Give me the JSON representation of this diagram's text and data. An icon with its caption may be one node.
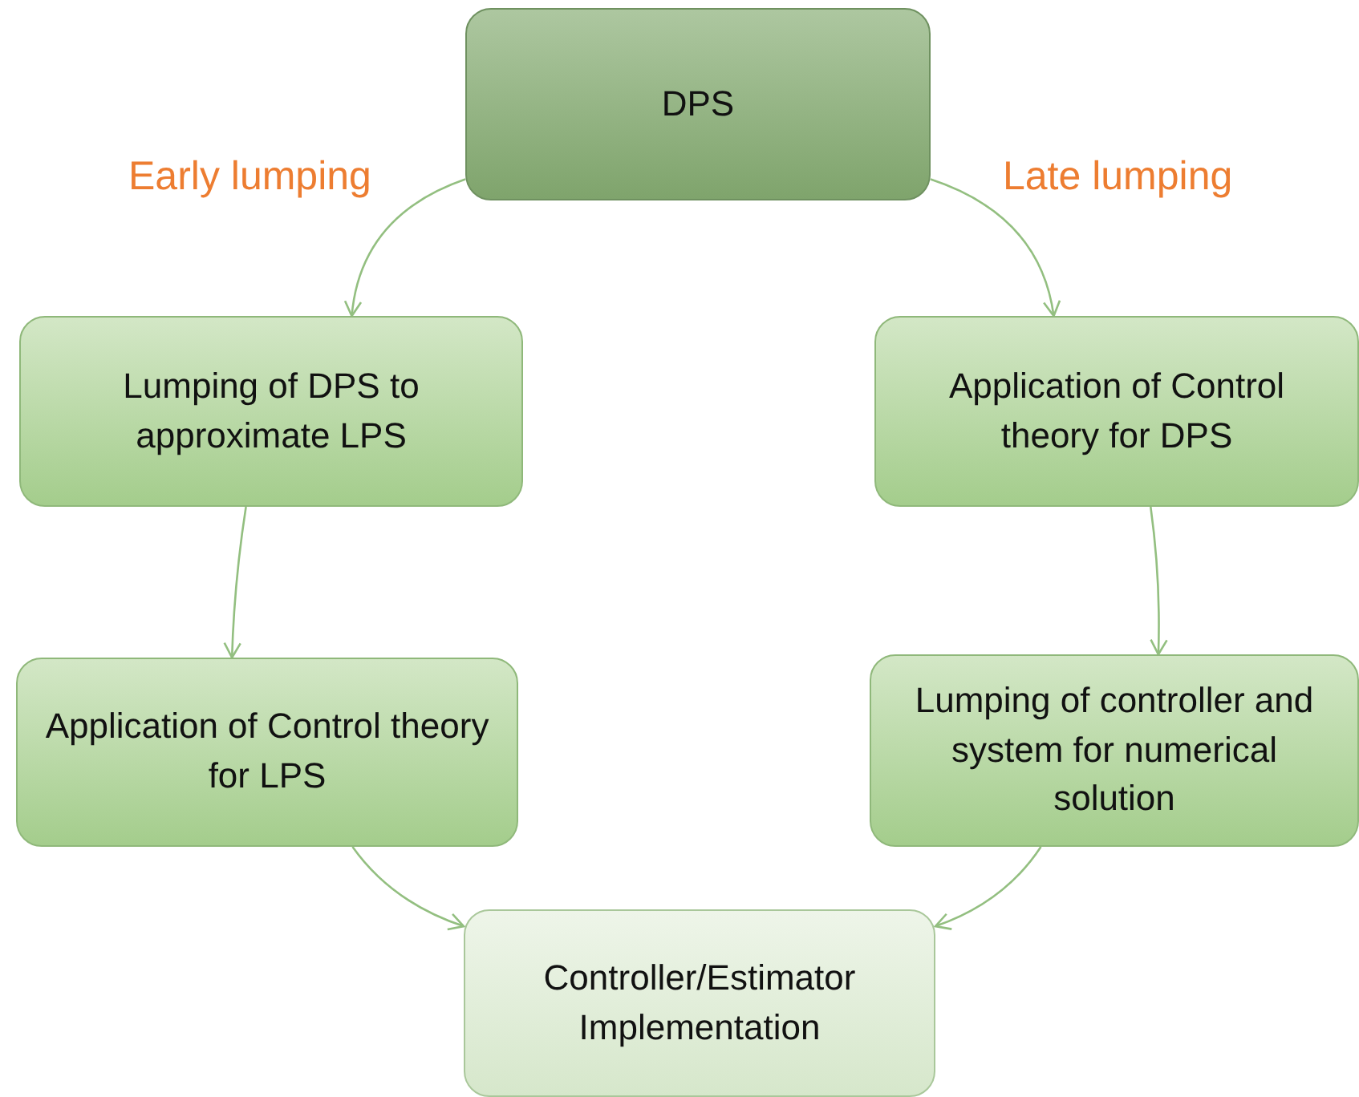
{
  "diagram": {
    "nodes": [
      {
        "text": [
          "DPS"
        ]
      },
      {
        "text": [
          "Lumping of DPS to approximate LPS"
        ]
      },
      {
        "text": [
          "Application of Control theory for DPS"
        ]
      },
      {
        "text": [
          "Application of Control theory for LPS"
        ]
      },
      {
        "text": [
          "Lumping of controller and system for numerical solution"
        ]
      },
      {
        "text": [
          "Controller/Estimator Implementation"
        ]
      }
    ],
    "edges": [
      {
        "from": 0,
        "to": 1,
        "arrow": "to",
        "label": "Early lumping"
      },
      {
        "from": 0,
        "to": 2,
        "arrow": "to",
        "label": "Late lumping"
      },
      {
        "from": 1,
        "to": 3,
        "arrow": "to"
      },
      {
        "from": 2,
        "to": 4,
        "arrow": "to"
      },
      {
        "from": 3,
        "to": 5,
        "arrow": "to"
      },
      {
        "from": 4,
        "to": 5,
        "arrow": "to"
      }
    ]
  }
}
